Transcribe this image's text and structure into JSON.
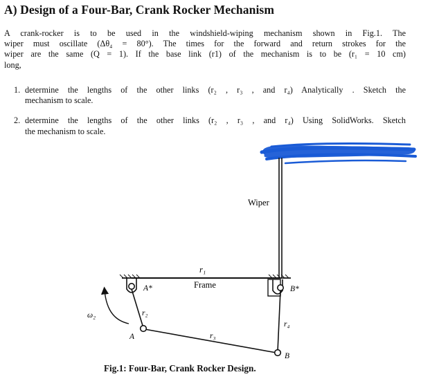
{
  "title": "A) Design of a Four-Bar, Crank Rocker Mechanism",
  "intro_lines": [
    "A crank-rocker is to be used in the windshield-wiping mechanism shown in Fig.1.  The",
    "wiper must oscillate (Δθ₄ = 80°).  The times for the forward and return strokes for the",
    "wiper are the same (Q = 1).  If the base link (r1) of the mechanism is to be (r₁ = 10 cm)",
    "long,"
  ],
  "tasks": [
    {
      "number": "1.",
      "lines": [
        "determine the lengths of the other links (r₂ , r₃ , and r₄) Analytically .  Sketch the",
        "mechanism to scale."
      ]
    },
    {
      "number": "2.",
      "lines": [
        "determine the lengths of the other links (r₂ , r₃ , and r₄) Using SolidWorks.  Sketch",
        "the mechanism to scale."
      ]
    }
  ],
  "figure": {
    "labels": {
      "wiper": "Wiper",
      "frame": "Frame",
      "r1": "r₁",
      "r2": "r₂",
      "r3": "r₃",
      "r4": "r₄",
      "omega2": "ω₂",
      "A": "A",
      "A_star": "A*",
      "B": "B",
      "B_star": "B*"
    },
    "colors": {
      "scribble": "#1a5bd6",
      "ink": "#111111"
    }
  },
  "caption": "Fig.1: Four-Bar, Crank Rocker Design."
}
